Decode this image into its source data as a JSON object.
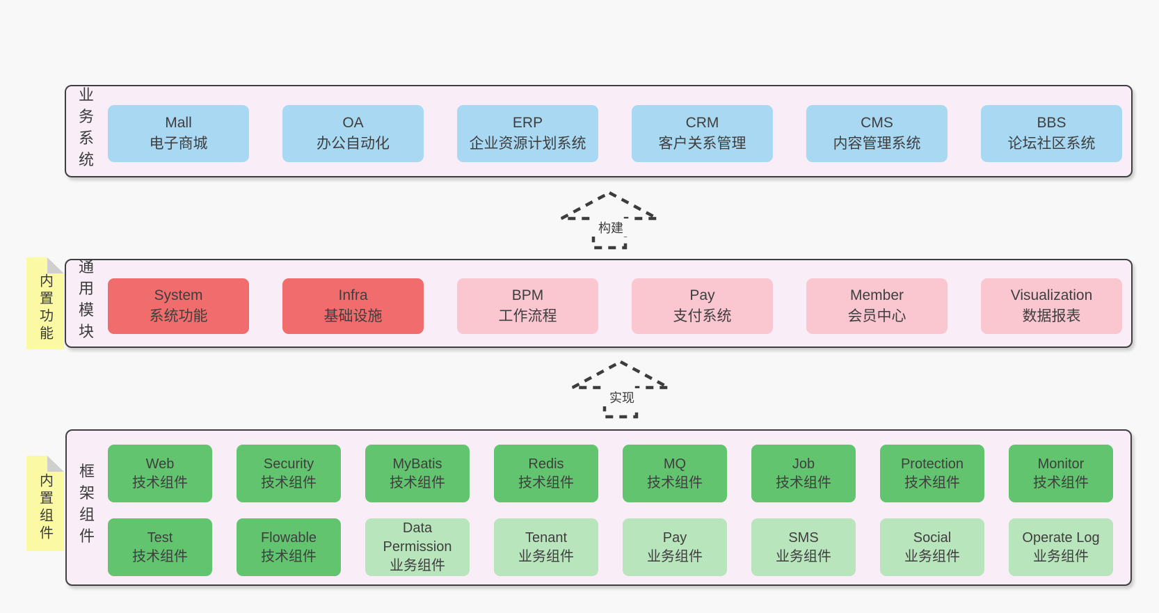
{
  "colors": {
    "page_bg": "#f8f8f8",
    "panel_bg": "#f9eef8",
    "panel_border": "#3f3f3f",
    "blue": "#a9d8f3",
    "red": "#f16c6c",
    "pink": "#fac6d0",
    "green": "#63c46f",
    "lightgreen": "#b9e5bd",
    "yellow": "#fbf9a4",
    "fold_gray": "#cfcfcf",
    "text": "#3e3e3e",
    "arrow": "#3c3c3c"
  },
  "sections": [
    {
      "label": "业务系统",
      "rows": [
        [
          {
            "en": "Mall",
            "zh": "电子商城",
            "variant": "blue"
          },
          {
            "en": "OA",
            "zh": "办公自动化",
            "variant": "blue"
          },
          {
            "en": "ERP",
            "zh": "企业资源计划系统",
            "variant": "blue"
          },
          {
            "en": "CRM",
            "zh": "客户关系管理",
            "variant": "blue"
          },
          {
            "en": "CMS",
            "zh": "内容管理系统",
            "variant": "blue"
          },
          {
            "en": "BBS",
            "zh": "论坛社区系统",
            "variant": "blue"
          }
        ]
      ]
    },
    {
      "label": "通用模块",
      "note": "内置功能",
      "rows": [
        [
          {
            "en": "System",
            "zh": "系统功能",
            "variant": "red"
          },
          {
            "en": "Infra",
            "zh": "基础设施",
            "variant": "red"
          },
          {
            "en": "BPM",
            "zh": "工作流程",
            "variant": "pink"
          },
          {
            "en": "Pay",
            "zh": "支付系统",
            "variant": "pink"
          },
          {
            "en": "Member",
            "zh": "会员中心",
            "variant": "pink"
          },
          {
            "en": "Visualization",
            "zh": "数据报表",
            "variant": "pink"
          }
        ]
      ]
    },
    {
      "label": "框架组件",
      "note": "内置组件",
      "rows": [
        [
          {
            "en": "Web",
            "zh": "技术组件",
            "variant": "green"
          },
          {
            "en": "Security",
            "zh": "技术组件",
            "variant": "green"
          },
          {
            "en": "MyBatis",
            "zh": "技术组件",
            "variant": "green"
          },
          {
            "en": "Redis",
            "zh": "技术组件",
            "variant": "green"
          },
          {
            "en": "MQ",
            "zh": "技术组件",
            "variant": "green"
          },
          {
            "en": "Job",
            "zh": "技术组件",
            "variant": "green"
          },
          {
            "en": "Protection",
            "zh": "技术组件",
            "variant": "green"
          },
          {
            "en": "Monitor",
            "zh": "技术组件",
            "variant": "green"
          }
        ],
        [
          {
            "en": "Test",
            "zh": "技术组件",
            "variant": "green"
          },
          {
            "en": "Flowable",
            "zh": "技术组件",
            "variant": "green"
          },
          {
            "en": "Data Permission",
            "zh": "业务组件",
            "variant": "lightgreen"
          },
          {
            "en": "Tenant",
            "zh": "业务组件",
            "variant": "lightgreen"
          },
          {
            "en": "Pay",
            "zh": "业务组件",
            "variant": "lightgreen"
          },
          {
            "en": "SMS",
            "zh": "业务组件",
            "variant": "lightgreen"
          },
          {
            "en": "Social",
            "zh": "业务组件",
            "variant": "lightgreen"
          },
          {
            "en": "Operate Log",
            "zh": "业务组件",
            "variant": "lightgreen"
          }
        ]
      ]
    }
  ],
  "arrows": [
    {
      "label": "构建"
    },
    {
      "label": "实现"
    }
  ]
}
